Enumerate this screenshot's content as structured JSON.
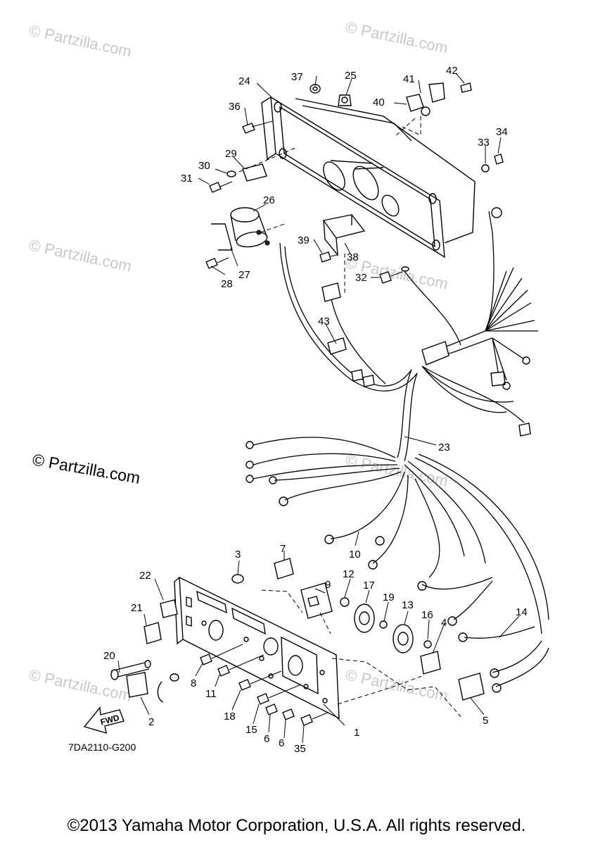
{
  "watermark": {
    "text": "Partzilla.com",
    "copyright_symbol": "©"
  },
  "callouts": [
    "1",
    "2",
    "3",
    "4",
    "5",
    "6",
    "6",
    "7",
    "8",
    "9",
    "10",
    "11",
    "12",
    "13",
    "14",
    "15",
    "16",
    "17",
    "18",
    "19",
    "20",
    "21",
    "22",
    "23",
    "24",
    "25",
    "26",
    "27",
    "28",
    "29",
    "30",
    "31",
    "32",
    "33",
    "34",
    "35",
    "36",
    "37",
    "38",
    "39",
    "40",
    "41",
    "42",
    "43"
  ],
  "fwd_label": "FWD",
  "drawing_code": "7DA2110-G200",
  "copyright": "©2013 Yamaha Motor Corporation, U.S.A. All rights reserved."
}
